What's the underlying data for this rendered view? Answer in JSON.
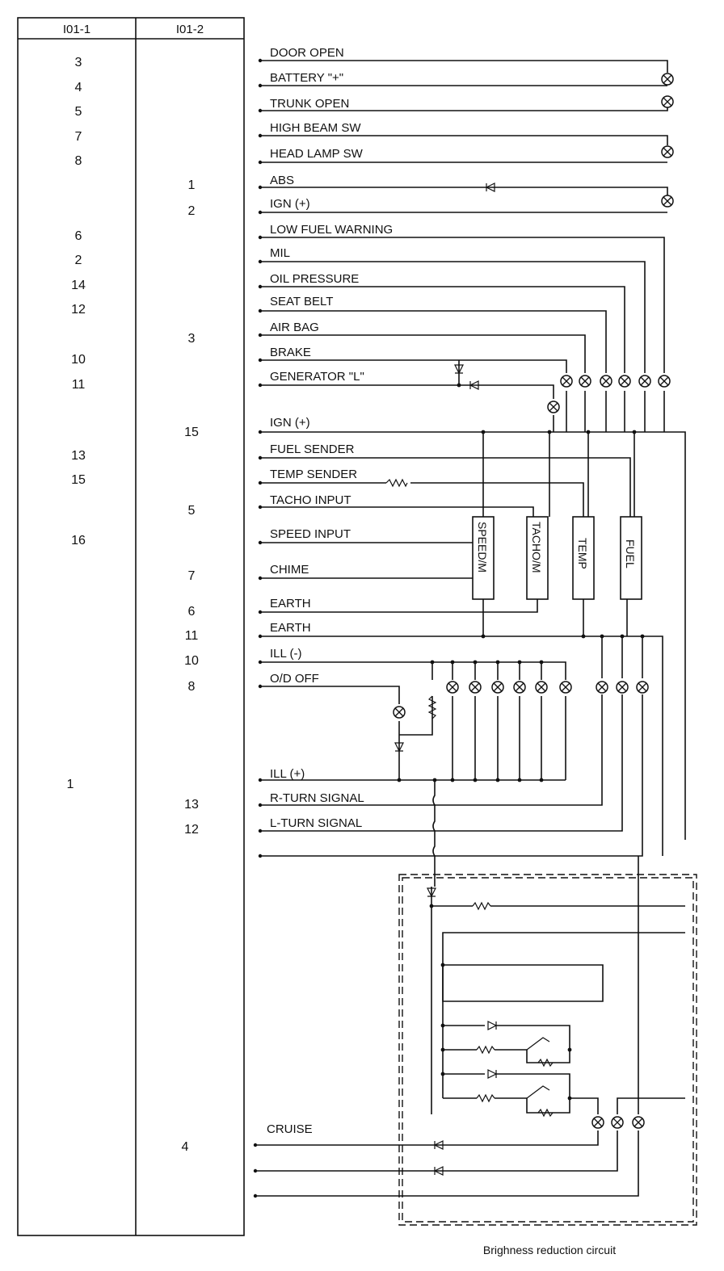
{
  "connectors": {
    "col1_header": "I01-1",
    "col2_header": "I01-2"
  },
  "rows": [
    {
      "label": "DOOR OPEN",
      "pin1": "3",
      "pin2": ""
    },
    {
      "label": "BATTERY \"+\"",
      "pin1": "4",
      "pin2": ""
    },
    {
      "label": "TRUNK OPEN",
      "pin1": "5",
      "pin2": ""
    },
    {
      "label": "HIGH BEAM SW",
      "pin1": "7",
      "pin2": ""
    },
    {
      "label": "HEAD LAMP SW",
      "pin1": "8",
      "pin2": ""
    },
    {
      "label": "ABS",
      "pin1": "",
      "pin2": "1"
    },
    {
      "label": "IGN (+)",
      "pin1": "",
      "pin2": "2"
    },
    {
      "label": "LOW FUEL WARNING",
      "pin1": "6",
      "pin2": ""
    },
    {
      "label": "MIL",
      "pin1": "2",
      "pin2": ""
    },
    {
      "label": "OIL PRESSURE",
      "pin1": "14",
      "pin2": ""
    },
    {
      "label": "SEAT BELT",
      "pin1": "12",
      "pin2": ""
    },
    {
      "label": "AIR BAG",
      "pin1": "",
      "pin2": "3"
    },
    {
      "label": "BRAKE",
      "pin1": "10",
      "pin2": ""
    },
    {
      "label": "GENERATOR \"L\"",
      "pin1": "11",
      "pin2": ""
    },
    {
      "label": "IGN (+)",
      "pin1": "",
      "pin2": "15"
    },
    {
      "label": "FUEL SENDER",
      "pin1": "13",
      "pin2": ""
    },
    {
      "label": "TEMP SENDER",
      "pin1": "15",
      "pin2": ""
    },
    {
      "label": "TACHO INPUT",
      "pin1": "",
      "pin2": "5"
    },
    {
      "label": "SPEED INPUT",
      "pin1": "16",
      "pin2": ""
    },
    {
      "label": "CHIME",
      "pin1": "",
      "pin2": "7"
    },
    {
      "label": "EARTH",
      "pin1": "",
      "pin2": "6"
    },
    {
      "label": "EARTH",
      "pin1": "",
      "pin2": "11"
    },
    {
      "label": "ILL (-)",
      "pin1": "",
      "pin2": "10"
    },
    {
      "label": "O/D OFF",
      "pin1": "",
      "pin2": "8"
    },
    {
      "label": "ILL (+)",
      "pin1": "1",
      "pin2": ""
    },
    {
      "label": "R-TURN SIGNAL",
      "pin1": "",
      "pin2": "13"
    },
    {
      "label": "L-TURN SIGNAL",
      "pin1": "",
      "pin2": "12"
    },
    {
      "label": "CRUISE",
      "pin1": "",
      "pin2": "4"
    }
  ],
  "gauges": {
    "speed": "SPEED/M",
    "tacho": "TACHO/M",
    "temp": "TEMP",
    "fuel": "FUEL"
  },
  "circuit_caption": "Brighness reduction circuit"
}
